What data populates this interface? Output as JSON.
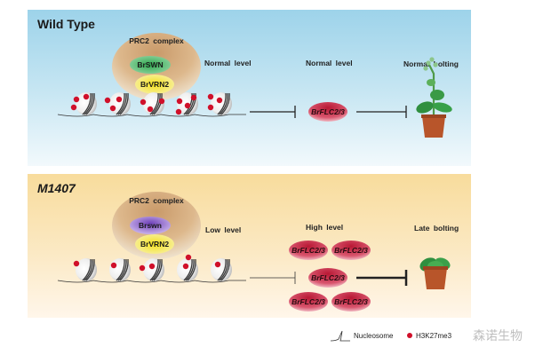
{
  "panels": [
    {
      "title": "Wild Type",
      "complex_label": "PRC2  complex",
      "swn_label": "BrSWN",
      "vrn_label": "BrVRN2",
      "h3k27_level": "Normal  level",
      "flc_level": "Normal  level",
      "flc_label": "BrFLC2/3",
      "flc_copies": 1,
      "phenotype": "Normal  bolting",
      "colors": {
        "swn": "#2fa84f",
        "vrn": "#f3e11b",
        "background_top": "#9dd3ea"
      }
    },
    {
      "title": "M1407",
      "complex_label": "PRC2  complex",
      "swn_label": "Brswn",
      "vrn_label": "BrVRN2",
      "h3k27_level": "Low  level",
      "flc_level": "High  level",
      "flc_label": "BrFLC2/3",
      "flc_copies": 5,
      "phenotype": "Late bolting",
      "colors": {
        "swn": "#7d4fc0",
        "vrn": "#f3e11b",
        "background_top": "#f8dc9c"
      }
    }
  ],
  "legend": {
    "nucleosome": "Nucleosome",
    "mark": "H3K27me3"
  },
  "watermark": "森诺生物",
  "colors": {
    "h3k27me3_dot": "#d0102a",
    "flc": "#c8283f"
  }
}
